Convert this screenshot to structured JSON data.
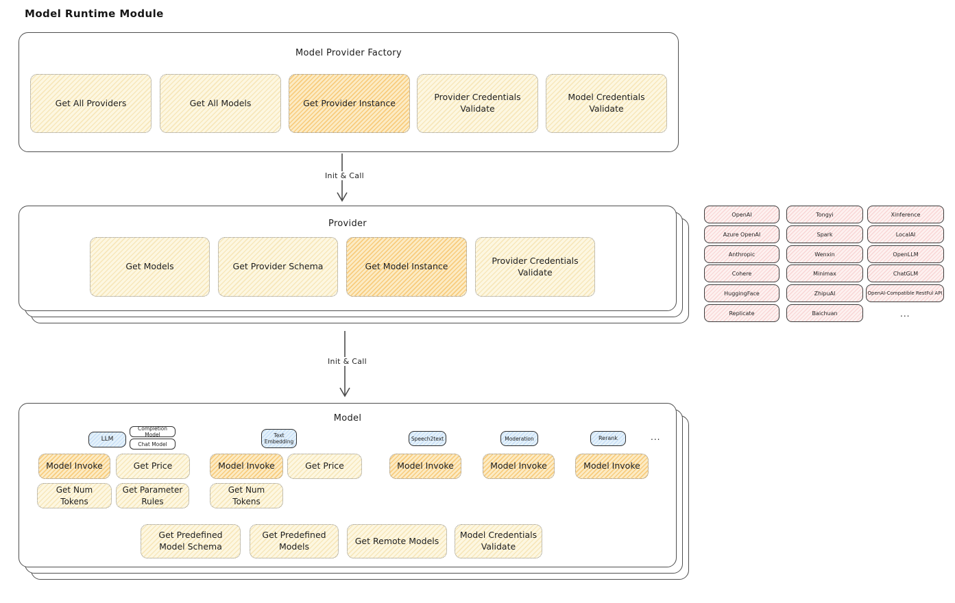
{
  "title": "Model Runtime Module",
  "arrow_top": {
    "label": "Init & Call"
  },
  "arrow_bottom": {
    "label": "Init & Call"
  },
  "factory": {
    "title": "Model Provider Factory",
    "boxes": [
      {
        "label": "Get All Providers",
        "highlighted": false
      },
      {
        "label": "Get All Models",
        "highlighted": false
      },
      {
        "label": "Get Provider Instance",
        "highlighted": true
      },
      {
        "label": "Provider Credentials Validate",
        "highlighted": false
      },
      {
        "label": "Model Credentials Validate",
        "highlighted": false
      }
    ]
  },
  "provider": {
    "title": "Provider",
    "boxes": [
      {
        "label": "Get Models",
        "highlighted": false
      },
      {
        "label": "Get Provider Schema",
        "highlighted": false
      },
      {
        "label": "Get Model Instance",
        "highlighted": true
      },
      {
        "label": "Provider Credentials Validate",
        "highlighted": false
      }
    ]
  },
  "providers_grid": {
    "rows": [
      [
        "OpenAI",
        "Tongyi",
        "Xinference"
      ],
      [
        "Azure OpenAI",
        "Spark",
        "LocalAI"
      ],
      [
        "Anthropic",
        "Wenxin",
        "OpenLLM"
      ],
      [
        "Cohere",
        "Minimax",
        "ChatGLM"
      ],
      [
        "HuggingFace",
        "ZhipuAI",
        "OpenAI-Compatible RestFul API"
      ],
      [
        "Replicate",
        "Baichuan"
      ]
    ],
    "more_label": "..."
  },
  "model": {
    "title": "Model",
    "tags": {
      "llm": "LLM",
      "completion": "Completion Model",
      "chat": "Chat Model",
      "text_embedding": "Text Embedding",
      "speech2text": "Speech2text",
      "moderation": "Moderation",
      "rerank": "Rerank",
      "more": "..."
    },
    "row1": [
      {
        "label": "Model Invoke",
        "highlighted": true
      },
      {
        "label": "Get Price",
        "highlighted": false
      },
      {
        "label": "Model Invoke",
        "highlighted": true
      },
      {
        "label": "Get Price",
        "highlighted": false
      },
      {
        "label": "Model Invoke",
        "highlighted": true
      },
      {
        "label": "Model Invoke",
        "highlighted": true
      },
      {
        "label": "Model Invoke",
        "highlighted": true
      }
    ],
    "row2": [
      {
        "label": "Get Num Tokens"
      },
      {
        "label": "Get Parameter Rules"
      },
      {
        "label": "Get Num Tokens"
      }
    ],
    "row3": [
      {
        "label": "Get Predefined Model Schema"
      },
      {
        "label": "Get Predefined Models"
      },
      {
        "label": "Get Remote Models"
      },
      {
        "label": "Model Credentials Validate"
      }
    ]
  },
  "colors": {
    "function_fill": "#fdf7e1",
    "function_highlight": "#fcebc4",
    "provider_cell_fill": "#fdf1f0",
    "tag_fill": "#e4f1fa",
    "outline": "#4d4d4d"
  }
}
